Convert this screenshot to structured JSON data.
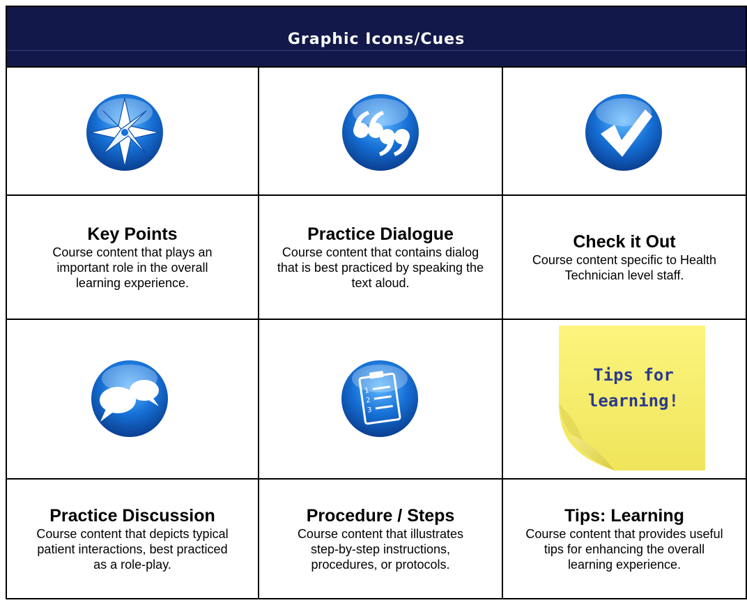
{
  "header": {
    "title": "Graphic Icons/Cues"
  },
  "rows": [
    {
      "cells": [
        {
          "icon": "compass-rose-icon"
        },
        {
          "icon": "quotation-marks-icon"
        },
        {
          "icon": "checkmark-icon"
        }
      ]
    },
    {
      "cells": [
        {
          "title": "Key Points",
          "description": "Course content that plays an important role in the overall learning experience."
        },
        {
          "title": "Practice Dialogue",
          "description": "Course content that contains dialog that is best practiced by speaking the text aloud."
        },
        {
          "title": "Check it Out",
          "description": "Course content specific to Health Technician level staff."
        }
      ]
    },
    {
      "cells": [
        {
          "icon": "speech-bubbles-icon"
        },
        {
          "icon": "clipboard-checklist-icon"
        },
        {
          "icon": "sticky-note-icon",
          "note_lines": [
            "Tips for",
            "learning!"
          ]
        }
      ]
    },
    {
      "cells": [
        {
          "title": "Practice Discussion",
          "description": "Course content that depicts typical patient interactions, best practiced as a role-play."
        },
        {
          "title": "Procedure / Steps",
          "description": "Course content that illustrates step-by-step instructions, procedures, or protocols."
        },
        {
          "title": "Tips: Learning",
          "description": "Course content that provides useful tips for enhancing the overall learning experience."
        }
      ]
    }
  ],
  "colors": {
    "header_bg": "#13184a",
    "header_text": "#ffffff",
    "icon_blue": "#1670d6",
    "note_yellow": "#f7ef6a",
    "note_text": "#2b3a8c"
  }
}
